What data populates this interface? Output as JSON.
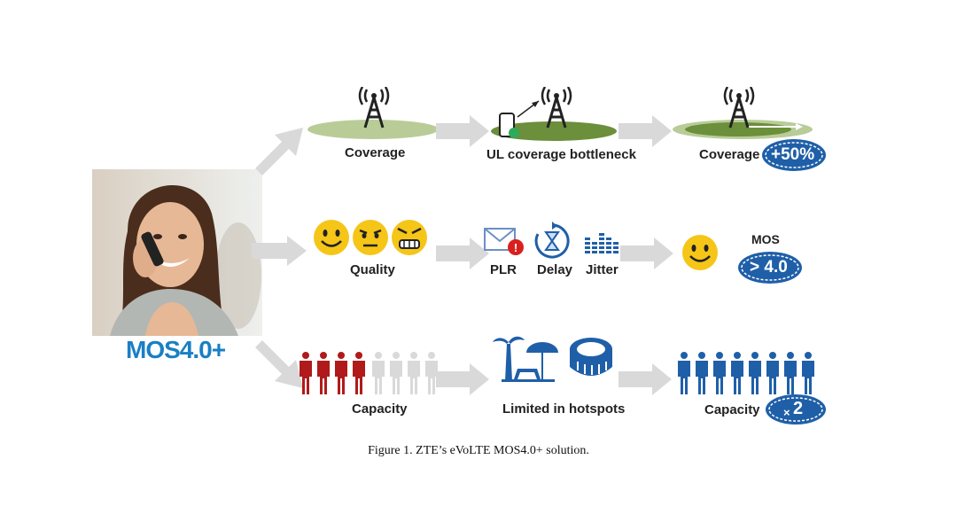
{
  "photo": {
    "logo_text": "MOS4.0+"
  },
  "row_coverage": {
    "label_1": "Coverage",
    "label_2": "UL coverage bottleneck",
    "label_3": "Coverage",
    "badge": "+50%"
  },
  "row_quality": {
    "label_1": "Quality",
    "plr": "PLR",
    "delay": "Delay",
    "jitter": "Jitter",
    "mos_label": "MOS",
    "badge": "> 4.0"
  },
  "row_capacity": {
    "label_1": "Capacity",
    "label_2": "Limited in hotspots",
    "label_3": "Capacity",
    "badge_prefix": "×",
    "badge_value": "2"
  },
  "caption": "Figure 1.  ZTE’s eVoLTE MOS4.0+ solution.",
  "colors": {
    "arrow": "#d9d9d9",
    "blue": "#1f5fa8",
    "red": "#b01a1a",
    "grey_person": "#d9d9d9",
    "green": "#6b8f3a",
    "yellow": "#f5c518"
  }
}
